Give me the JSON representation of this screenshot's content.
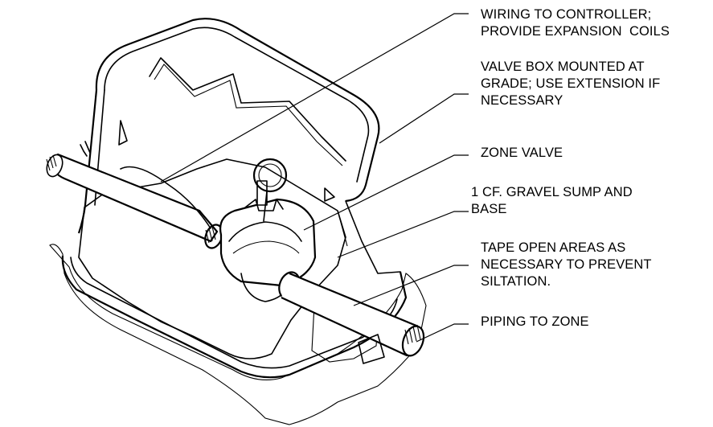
{
  "callouts": [
    {
      "id": "wiring",
      "lines": [
        "WIRING TO CONTROLLER;",
        "PROVIDE EXPANSION  COILS"
      ]
    },
    {
      "id": "valve_box",
      "lines": [
        "VALVE BOX MOUNTED AT",
        "GRADE; USE EXTENSION IF",
        "NECESSARY"
      ]
    },
    {
      "id": "zone_valve",
      "lines": [
        "ZONE VALVE"
      ]
    },
    {
      "id": "gravel_sump",
      "lines": [
        "1 CF. GRAVEL SUMP AND",
        "BASE"
      ]
    },
    {
      "id": "tape",
      "lines": [
        "TAPE OPEN AREAS AS",
        "NECESSARY TO PREVENT",
        "SILTATION."
      ]
    },
    {
      "id": "piping",
      "lines": [
        "PIPING TO ZONE"
      ]
    }
  ]
}
